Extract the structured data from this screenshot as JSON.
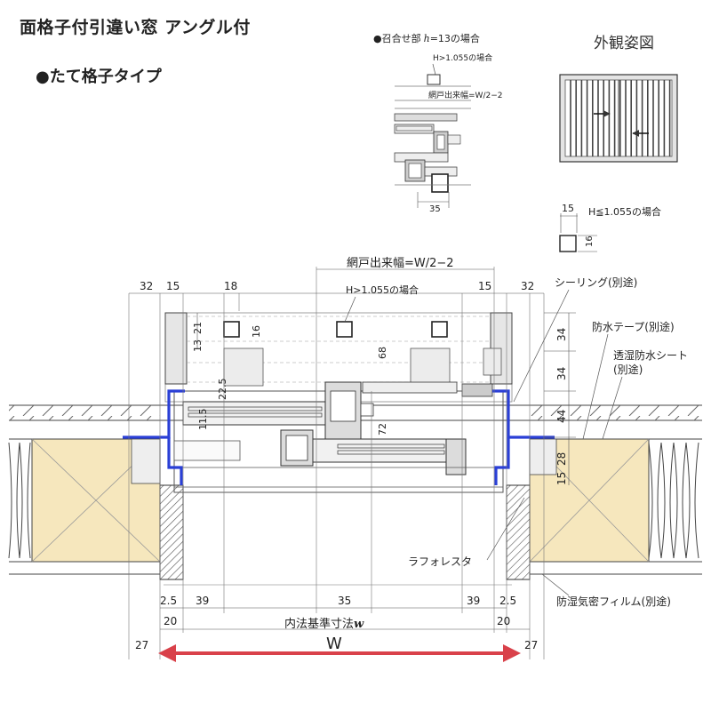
{
  "title": "面格子付引違い窓 アングル付",
  "subtitle": "●たて格子タイプ",
  "exterior_view": {
    "label": "外観姿図"
  },
  "detail_inset": {
    "heading": "●召合せ部",
    "heading_h": "h",
    "heading_rest": "=13の場合",
    "cond": "H>1.055の場合",
    "screen_width": "網戸出来幅=W/2−2",
    "dim": "35"
  },
  "small_bar": {
    "width": "15",
    "cond": "H≦1.055の場合",
    "height": "16"
  },
  "labels": {
    "screen_width": "網戸出来幅=W/2−2",
    "h_cond": "H>1.055の場合",
    "sealing": "シーリング(別途)",
    "waterproof_tape": "防水テープ(別途)",
    "moisture_sheet_1": "透湿防水シート",
    "moisture_sheet_2": "(別途)",
    "lath": "ラフォレスタ",
    "airtight_film": "防湿気密フィルム(別途)",
    "inner_std_prefix": "内法基準寸法",
    "inner_std_w": "w",
    "W": "W"
  },
  "dims": {
    "top_left_32": "32",
    "top_left_15": "15",
    "top_18": "18",
    "top_right_15": "15",
    "top_right_32": "32",
    "v_13": "13",
    "v_21": "21",
    "v_16": "16",
    "v_22_5": "22.5",
    "v_11_5": "11.5",
    "v_68": "68",
    "v_72": "72",
    "r_34a": "34",
    "r_34b": "34",
    "r_44": "44",
    "r_28": "28",
    "r_15": "15",
    "b_2_5_l": "2.5",
    "b_39_l": "39",
    "b_35": "35",
    "b_39_r": "39",
    "b_2_5_r": "2.5",
    "b_20_l": "20",
    "b_20_r": "20",
    "b_27_l": "27",
    "b_27_r": "27"
  },
  "colors": {
    "frame_blue": "#2a3fd6",
    "wood": "#f6e7bd",
    "arrow_red": "#d9414a",
    "line": "#444444"
  }
}
